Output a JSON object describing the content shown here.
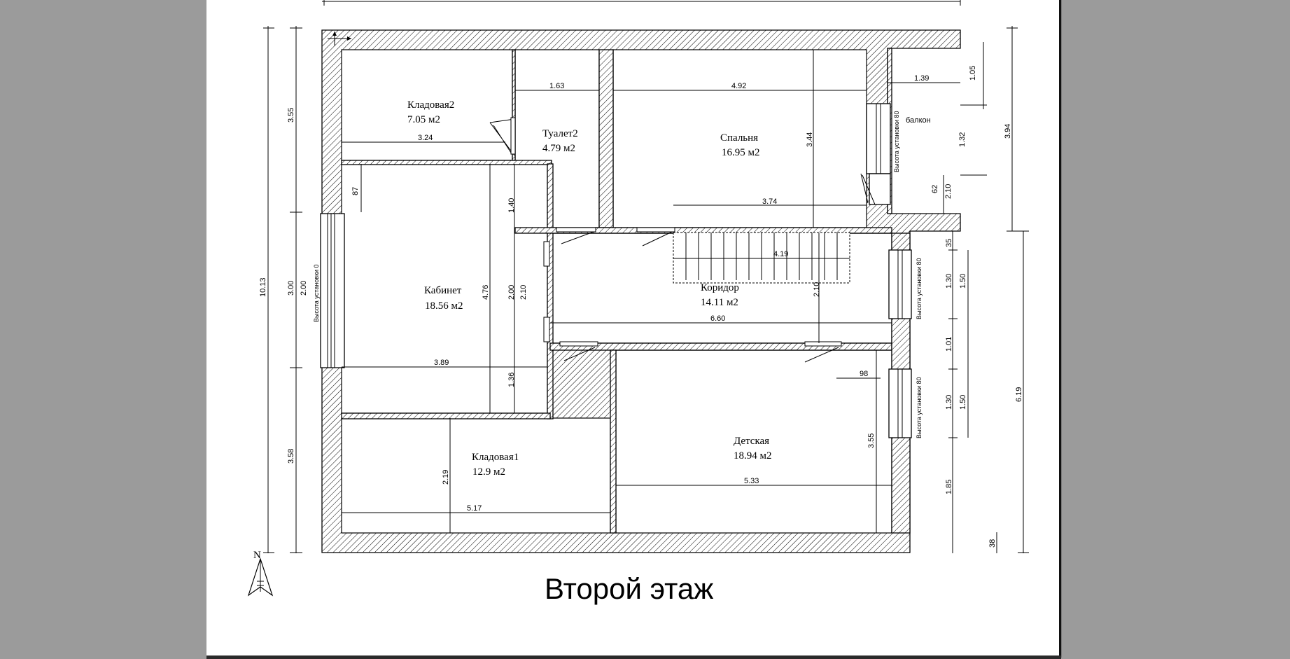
{
  "plan_title": "Второй этаж",
  "north_label": "N",
  "rooms": [
    {
      "name": "Кладовая2",
      "area": "7.05 м2"
    },
    {
      "name": "Туалет2",
      "area": "4.79 м2"
    },
    {
      "name": "Спальня",
      "area": "16.95 м2"
    },
    {
      "name": "Кабинет",
      "area": "18.56 м2"
    },
    {
      "name": "Коридор",
      "area": "14.11 м2"
    },
    {
      "name": "Кладовая1",
      "area": "12.9 м2"
    },
    {
      "name": "Детская",
      "area": "18.94 м2"
    }
  ],
  "balcony_label": "балкон",
  "notes": {
    "install_0": "Высота установки 0",
    "install_80a": "Высота установки 80",
    "install_80b": "Высота установки 80",
    "install_80c": "Высота установки 80"
  },
  "dims": {
    "storage2_w": "3.24",
    "toilet_w": "1.63",
    "bedroom_w": "4.92",
    "balcony_w": "1.39",
    "d105": "1.05",
    "bedroom_h": "3.44",
    "bedroom_w2": "3.74",
    "d132": "1.32",
    "d62": "62",
    "d210b": "2.10",
    "d87": "87",
    "d140": "1.40",
    "study_h": "4.76",
    "d200a": "2.00",
    "d210a": "2.10",
    "study_w": "3.89",
    "d136": "1.36",
    "corridor_w": "4.19",
    "corridor_h": "2.10",
    "corridor_len": "6.60",
    "d98": "98",
    "nursery_h": "3.55",
    "nursery_w": "5.33",
    "storage1_h": "2.19",
    "storage1_w": "5.17",
    "left_355": "3.55",
    "left_300": "3.00",
    "left_200": "2.00",
    "left_358": "3.58",
    "total_h": "10.13",
    "r_35": "35",
    "r_130a": "1.30",
    "r_150a": "1.50",
    "r_101": "1.01",
    "r_130b": "1.30",
    "r_150b": "1.50",
    "r_185": "1.85",
    "r_38": "38",
    "r_394": "3.94",
    "r_619": "6.19"
  }
}
